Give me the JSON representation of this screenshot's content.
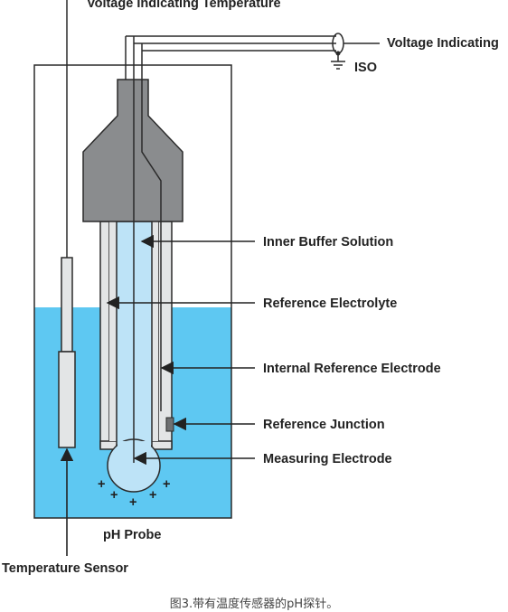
{
  "labels": {
    "voltage_indicating_temperature": "Voltage Indicating Temperature",
    "voltage_indicating": "Voltage Indicating",
    "iso": "ISO",
    "inner_buffer_solution": "Inner Buffer Solution",
    "reference_electrolyte": "Reference Electrolyte",
    "internal_reference_electrode": "Internal Reference Electrode",
    "reference_junction": "Reference Junction",
    "measuring_electrode": "Measuring Electrode",
    "ph_probe": "pH Probe",
    "temperature_sensor": "Temperature Sensor",
    "plus_sign": "+"
  },
  "caption": "图3.带有温度传感器的pH探针。",
  "colors": {
    "solution": "#5ec8f2",
    "probe_head": "#8a8c8e",
    "glass_tube": "#e3e5e6",
    "inner_buffer": "#bde3f7",
    "line": "#2a2a2a"
  }
}
